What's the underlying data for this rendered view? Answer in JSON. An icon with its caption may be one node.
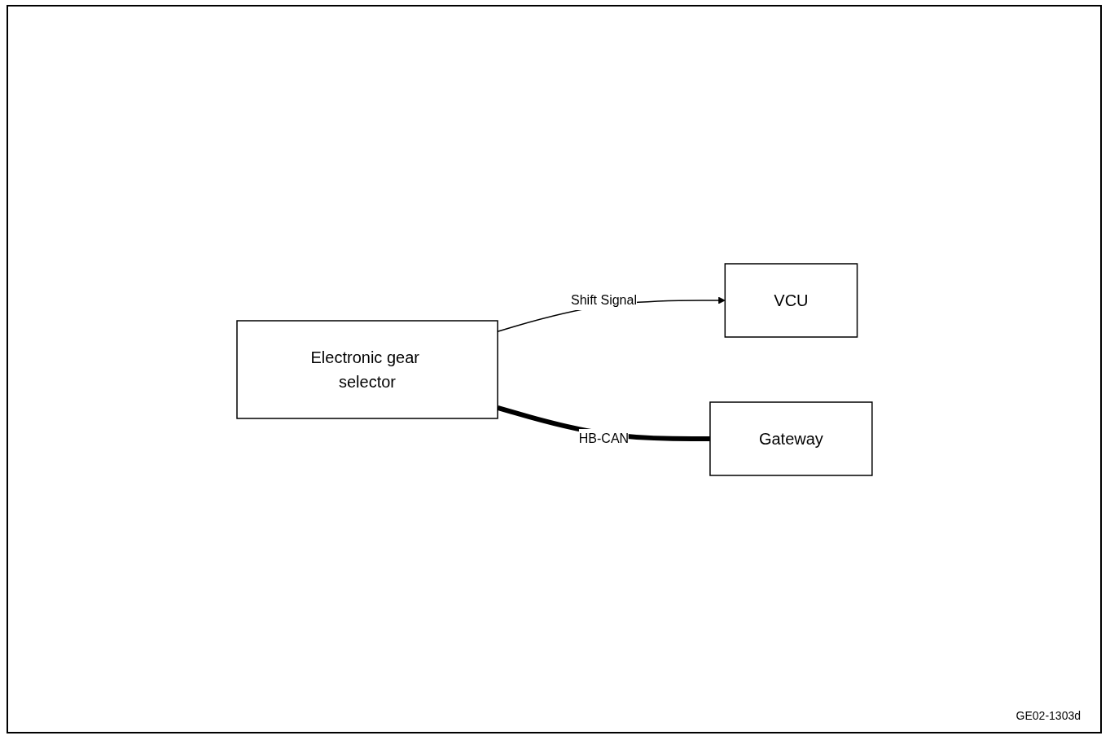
{
  "diagram": {
    "nodes": [
      {
        "text": [
          "VCU"
        ]
      },
      {
        "text": [
          "Electronic gear selector"
        ]
      },
      {
        "text": [
          "Gateway"
        ]
      }
    ],
    "edges": [
      {
        "from": 1,
        "to": 0,
        "arrow": "to",
        "label": "Shift Signal"
      },
      {
        "from": 1,
        "to": 2,
        "arrow": "none",
        "label": "HB-CAN",
        "style": "thick"
      }
    ],
    "labels": [
      "GE02-1303d"
    ]
  }
}
